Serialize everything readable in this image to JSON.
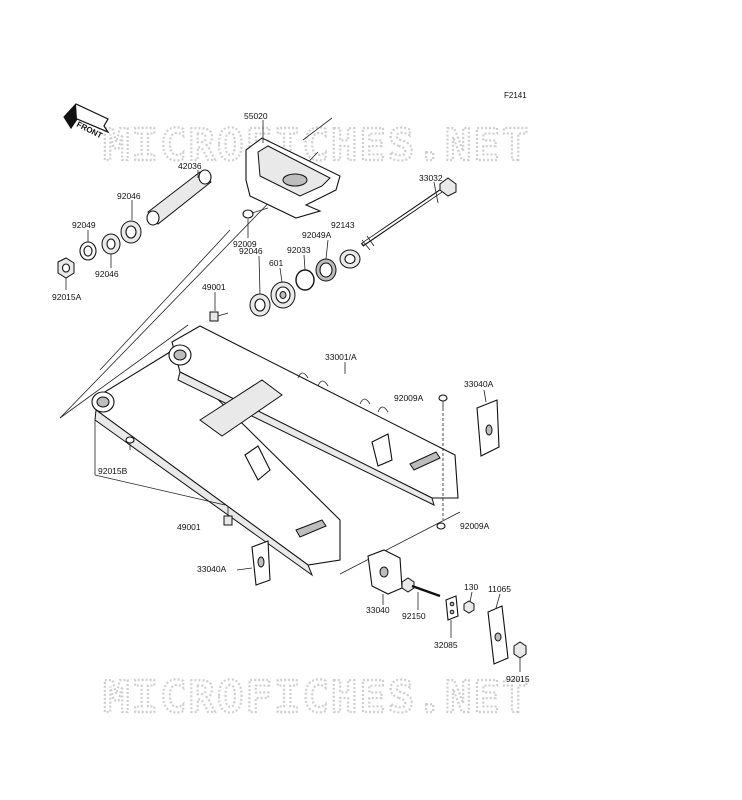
{
  "figure_id": "F2141",
  "front_label": "FRONT",
  "watermark": "MICROFICHES.NET",
  "parts": {
    "p55020": "55020",
    "p42036": "42036",
    "p33032": "33032",
    "p92046a": "92046",
    "p92049": "92049",
    "p92046b": "92046",
    "p92015A": "92015A",
    "p92009": "92009",
    "p92143": "92143",
    "p92049A": "92049A",
    "p92033": "92033",
    "p601": "601",
    "p92046c": "92046",
    "p49001a": "49001",
    "p33001A": "33001/A",
    "p92009Aa": "92009A",
    "p33040Aa": "33040A",
    "p92015B": "92015B",
    "p49001b": "49001",
    "p92009Ab": "92009A",
    "p33040Ab": "33040A",
    "p33040": "33040",
    "p92150": "92150",
    "p130": "130",
    "p11065": "11065",
    "p32085": "32085",
    "p92015": "92015"
  }
}
